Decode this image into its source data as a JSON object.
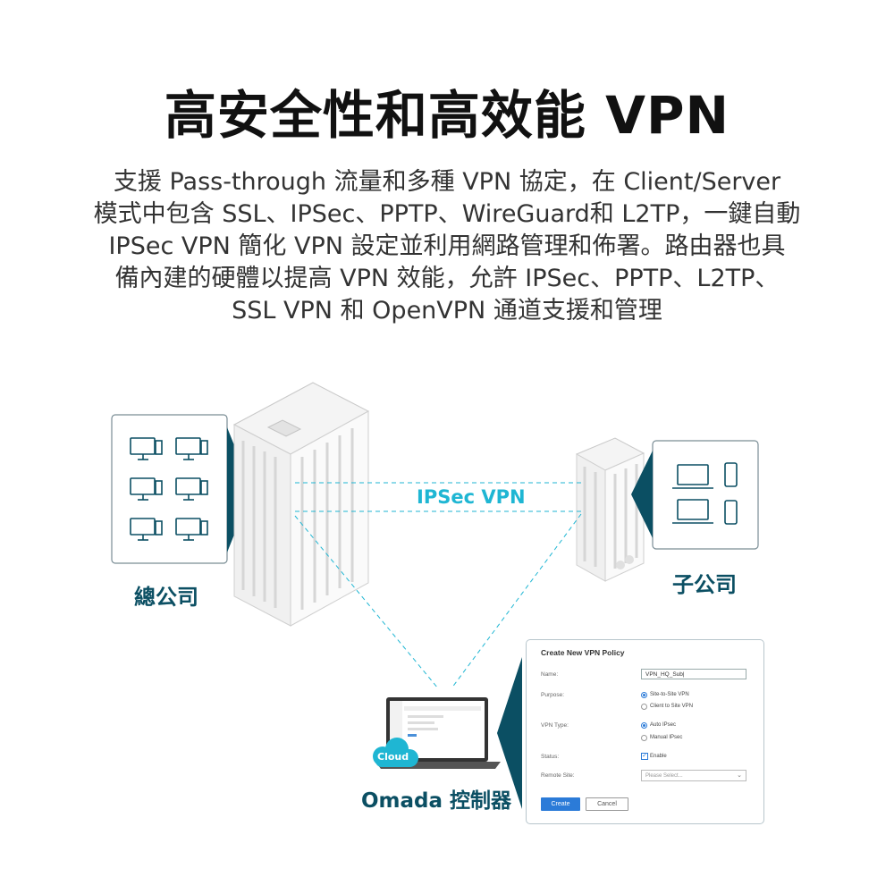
{
  "title": "高安全性和高效能 VPN",
  "description_lines": [
    "支援 Pass-through 流量和多種 VPN 協定，在 Client/Server",
    "模式中包含 SSL、IPSec、PPTP、WireGuard和 L2TP，一鍵自動",
    "IPSec VPN 簡化 VPN 設定並利用網路管理和佈署。路由器也具",
    "備內建的硬體以提高 VPN 效能，允許 IPSec、PPTP、L2TP、",
    "SSL VPN 和 OpenVPN 通道支援和管理"
  ],
  "diagram": {
    "headquarters_label": "總公司",
    "branch_label": "子公司",
    "tunnel_label": "IPSec VPN",
    "cloud_label": "Cloud",
    "controller_label": "Omada 控制器"
  },
  "dialog": {
    "title": "Create New VPN Policy",
    "name_label": "Name:",
    "name_value": "VPN_HQ_Sub|",
    "purpose_label": "Purpose:",
    "purpose_options": [
      "Site-to-Site VPN",
      "Client to Site VPN"
    ],
    "purpose_selected": "Site-to-Site VPN",
    "vpn_type_label": "VPN Type:",
    "vpn_type_options": [
      "Auto IPsec",
      "Manual IPsec"
    ],
    "vpn_type_selected": "Auto IPsec",
    "status_label": "Status:",
    "status_option": "Enable",
    "status_checked": true,
    "remote_site_label": "Remote Site:",
    "remote_site_placeholder": "Please Select...",
    "create_button": "Create",
    "cancel_button": "Cancel"
  },
  "colors": {
    "dark_teal": "#0b4f63",
    "accent_cyan": "#1fb6d3",
    "button_blue": "#2b7bd8"
  }
}
